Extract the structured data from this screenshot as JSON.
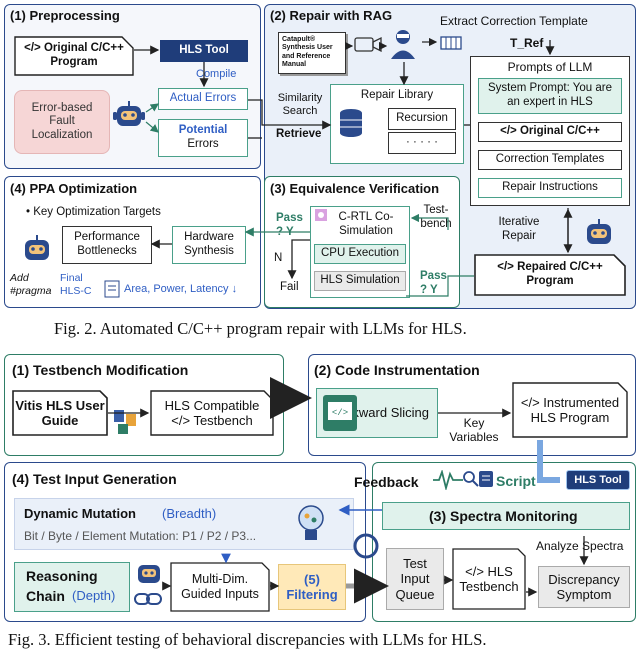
{
  "fig2": {
    "caption": "Fig. 2.  Automated C/C++ program repair with LLMs for HLS.",
    "pre": {
      "title": "(1) Preprocessing",
      "original_program": "</> Original C/C++ Program",
      "hls_tool": "HLS Tool",
      "compile": "Compile",
      "fault_localization": "Error-based Fault Localization",
      "actual_errors": "Actual Errors",
      "potential_word": "Potential",
      "errors_word": "Errors"
    },
    "rag": {
      "title": "(2) Repair with RAG",
      "manual": "Catapult® Synthesis User and Reference Manual",
      "similarity_search": "Similarity Search",
      "retrieve": "Retrieve",
      "repair_library": "Repair Library",
      "recursion": "Recursion",
      "dots": "· · · · ·",
      "extract_template": "Extract Correction Template",
      "t_ref": "T_Ref",
      "prompts_title": "Prompts of LLM",
      "system_prompt": "System Prompt: You are an expert in HLS",
      "original_code": "</> Original C/C++",
      "correction_templates": "Correction Templates",
      "repair_instructions": "Repair Instructions",
      "iterative_repair": "Iterative Repair",
      "repaired_program": "</> Repaired C/C++ Program"
    },
    "eq": {
      "title": "(3) Equivalence Verification",
      "c_rtl": "C-RTL Co-Simulation",
      "testbench": "Test-bench",
      "cpu_execution": "CPU Execution",
      "hls_simulation": "HLS Simulation",
      "pass_q1": "Pass ? Y",
      "pass_q2": "Pass ? Y",
      "n": "N",
      "fail": "Fail"
    },
    "ppa": {
      "title": "(4) PPA Optimization",
      "key_targets": "• Key Optimization Targets",
      "performance": "Performance Bottlenecks",
      "hardware": "Hardware Synthesis",
      "add_pragma": "Add #pragma",
      "final_hlsc": "Final HLS-C",
      "metrics": "Area, Power, Latency ↓"
    }
  },
  "fig3": {
    "caption": "Fig. 3.  Efficient testing of behavioral discrepancies with LLMs for HLS.",
    "tb": {
      "title": "(1) Testbench Modification",
      "vitis": "Vitis HLS User Guide",
      "hls_compatible": "HLS Compatible </> Testbench"
    },
    "ci": {
      "title": "(2) Code Instrumentation",
      "backward_slicing": "Backward Slicing",
      "key_variables": "Key Variables",
      "instrumented": "</> Instrumented HLS Program"
    },
    "tig": {
      "title": "(4) Test Input Generation",
      "dynamic_mutation": "Dynamic Mutation",
      "breadth": "(Breadth)",
      "bit_mutation": "Bit / Byte / Element Mutation: P1 / P2 / P3...",
      "reasoning": "Reasoning",
      "chain": "Chain",
      "depth": "(Depth)",
      "multi_dim": "Multi-Dim. Guided Inputs",
      "step5": "(5)",
      "filtering": "Filtering"
    },
    "sm": {
      "feedback": "Feedback",
      "script": "Script",
      "hls_tool": "HLS Tool",
      "title": "(3) Spectra Monitoring",
      "analyze": "Analyze Spectra",
      "test_input_queue": "Test Input Queue",
      "hls_testbench": "</> HLS Testbench",
      "discrepancy": "Discrepancy Symptom"
    }
  },
  "colors": {
    "blue_panel": "#eaf0f9",
    "blue_border": "#2b4a8c",
    "green_border": "#2e7d66",
    "green_fill": "#e0f2ec",
    "red_fill": "#f6d6d6",
    "orange_fill": "#ffe9b8",
    "accent_blue": "#2f5ec4"
  }
}
